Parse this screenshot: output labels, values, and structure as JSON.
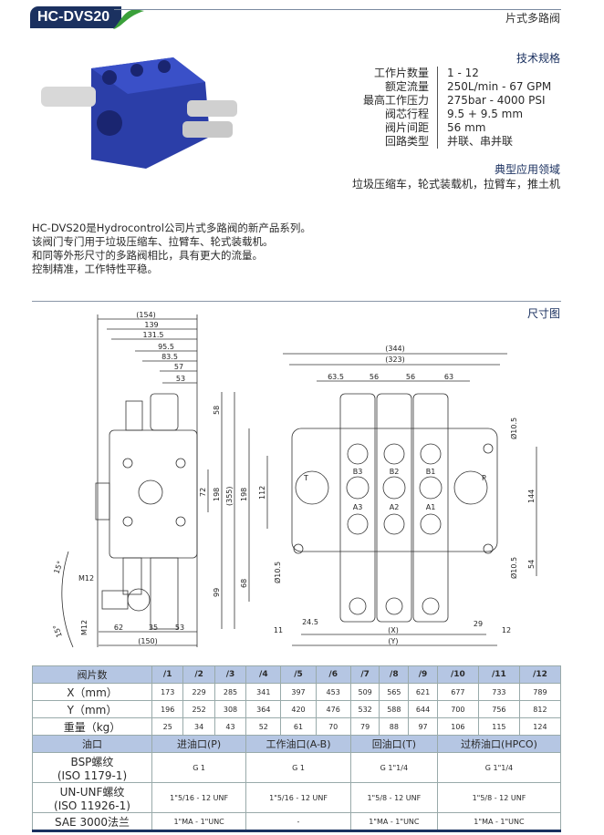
{
  "header": {
    "logo": "HC-DVS20",
    "doc_type": "片式多路阀"
  },
  "spec": {
    "title": "技术规格",
    "rows": [
      {
        "label": "工作片数量",
        "value": "1 - 12"
      },
      {
        "label": "额定流量",
        "value": "250L/min - 67 GPM"
      },
      {
        "label": "最高工作压力",
        "value": "275bar - 4000 PSI"
      },
      {
        "label": "阀芯行程",
        "value": "9.5 + 9.5 mm"
      },
      {
        "label": "阀片间距",
        "value": "56 mm"
      },
      {
        "label": "回路类型",
        "value": "并联、串并联"
      }
    ]
  },
  "applications": {
    "title": "典型应用领域",
    "text": "垃圾压缩车，轮式装载机，拉臂车，推土机"
  },
  "intro": [
    "HC-DVS20是Hydrocontrol公司片式多路阀的新产品系列。",
    "该阀门专门用于垃圾压缩车、拉臂车、轮式装载机。",
    "和同等外形尺寸的多路阀相比，具有更大的流量。",
    "控制精准，工作特性平稳。"
  ],
  "drawing": {
    "title": "尺寸图",
    "side": {
      "d154": "(154)",
      "d139": "139",
      "d131": "131.5",
      "d95": "95.5",
      "d83": "83.5",
      "d57": "57",
      "d53": "53",
      "d58": "58",
      "d198": "198",
      "d99": "99",
      "d355": "(355)",
      "d72": "72",
      "b62": "62",
      "b35": "35",
      "b53": "53",
      "b150": "(150)",
      "m12a": "M12",
      "m12b": "M12",
      "a15a": "15°",
      "a15b": "15°"
    },
    "front": {
      "d344": "(344)",
      "d323": "(323)",
      "d635": "63.5",
      "d56a": "56",
      "d56b": "56",
      "d63": "63",
      "d198": "198",
      "d112": "112",
      "d68": "68",
      "dia1": "Ø10.5",
      "dia2": "Ø10.5",
      "dia3": "Ø10.5",
      "d144": "144",
      "d54": "54",
      "d245": "24.5",
      "d29": "29",
      "d11": "11",
      "d12": "12",
      "dX": "(X)",
      "dY": "(Y)",
      "T": "T",
      "P": "P",
      "B3": "B3",
      "B2": "B2",
      "B1": "B1",
      "A3": "A3",
      "A2": "A2",
      "A1": "A1"
    }
  },
  "table": {
    "h_sections": "阀片数",
    "sections": [
      "/1",
      "/2",
      "/3",
      "/4",
      "/5",
      "/6",
      "/7",
      "/8",
      "/9",
      "/10",
      "/11",
      "/12"
    ],
    "x_label": "X（mm）",
    "x": [
      "173",
      "229",
      "285",
      "341",
      "397",
      "453",
      "509",
      "565",
      "621",
      "677",
      "733",
      "789"
    ],
    "y_label": "Y（mm）",
    "y": [
      "196",
      "252",
      "308",
      "364",
      "420",
      "476",
      "532",
      "588",
      "644",
      "700",
      "756",
      "812"
    ],
    "w_label": "重量（kg）",
    "w": [
      "25",
      "34",
      "43",
      "52",
      "61",
      "70",
      "79",
      "88",
      "97",
      "106",
      "115",
      "124"
    ],
    "ports_label": "油口",
    "ports": [
      "进油口(P)",
      "工作油口(A-B)",
      "回油口(T)",
      "过桥油口(HPCO)"
    ],
    "bsp_label_1": "BSP螺纹",
    "bsp_label_2": "(ISO 1179-1)",
    "bsp": [
      "G 1",
      "G 1",
      "G 1\"1/4",
      "G 1\"1/4"
    ],
    "unf_label_1": "UN-UNF螺纹",
    "unf_label_2": "(ISO 11926-1)",
    "unf": [
      "1\"5/16 - 12 UNF",
      "1\"5/16 - 12 UNF",
      "1\"5/8 - 12 UNF",
      "1\"5/8 - 12 UNF"
    ],
    "sae_label": "SAE 3000法兰",
    "sae": [
      "1\"MA - 1\"UNC",
      "-",
      "1\"MA - 1\"UNC",
      "1\"MA - 1\"UNC"
    ]
  }
}
